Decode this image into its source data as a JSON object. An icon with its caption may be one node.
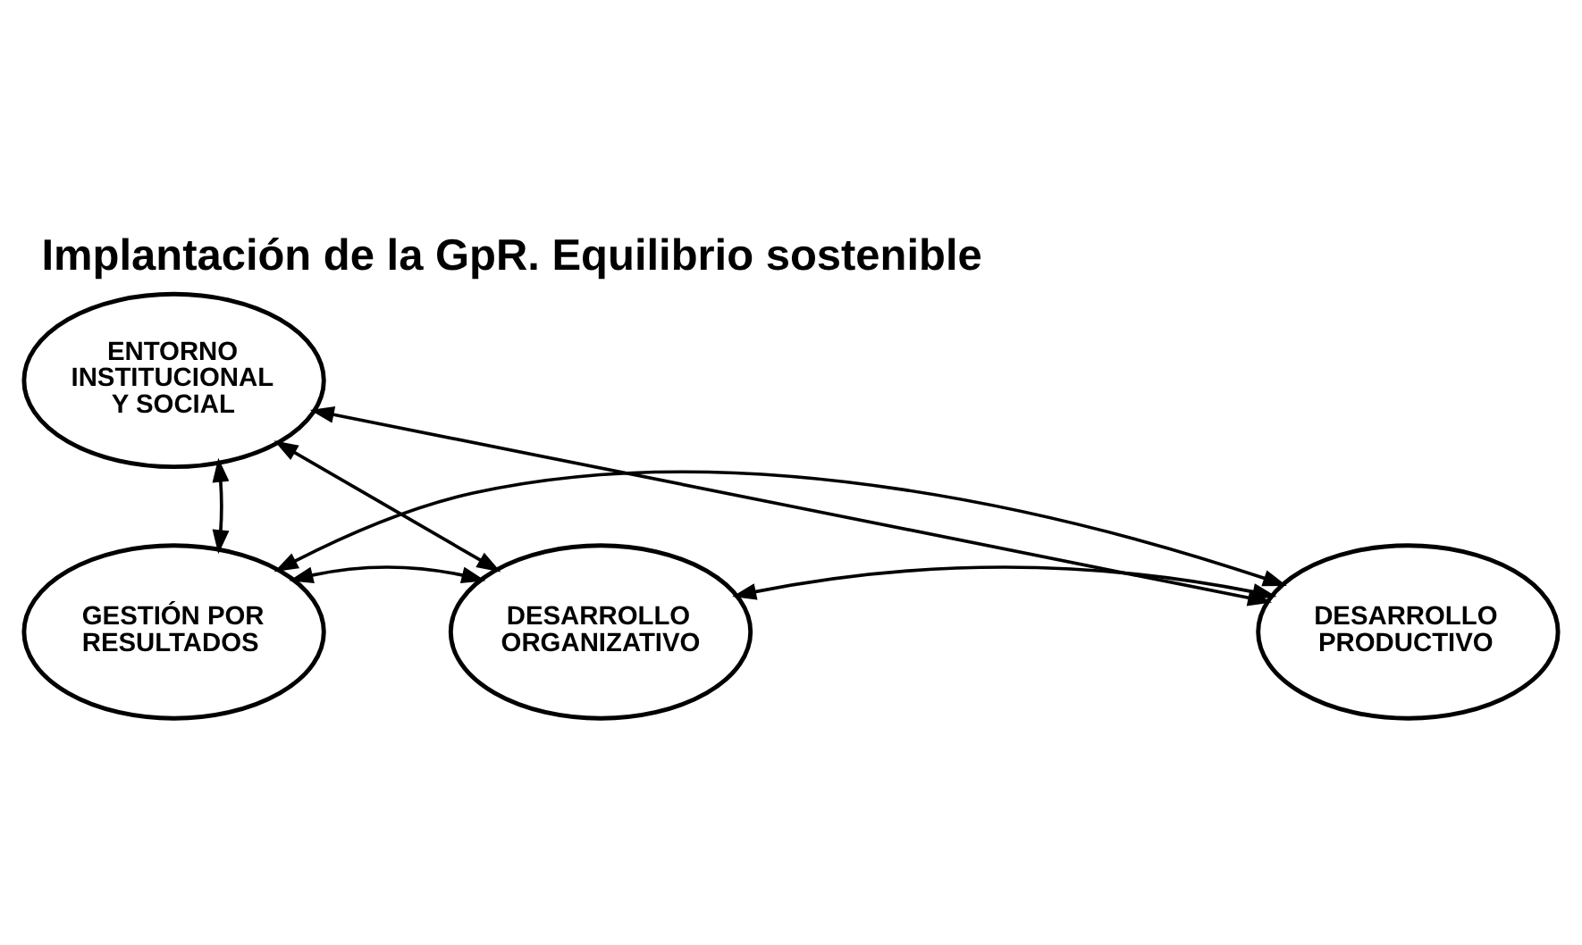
{
  "diagram": {
    "title": "Implantación de la GpR. Equilibrio sostenible",
    "nodes": [
      {
        "text": [
          "ENTORNO INSTITUCIONAL Y SOCIAL"
        ]
      },
      {
        "text": [
          "GESTIÓN POR RESULTADOS"
        ]
      },
      {
        "text": [
          "DESARROLLO ORGANIZATIVO"
        ]
      },
      {
        "text": [
          "DESARROLLO PRODUCTIVO"
        ]
      }
    ],
    "edges": [
      {
        "from": 0,
        "to": 2,
        "arrow": "both"
      },
      {
        "from": 0,
        "to": 3,
        "arrow": "both"
      },
      {
        "from": 0,
        "to": 1,
        "arrow": "both"
      },
      {
        "from": 2,
        "to": 1,
        "arrow": "both"
      },
      {
        "from": 1,
        "to": 3,
        "arrow": "both"
      },
      {
        "from": 2,
        "to": 3,
        "arrow": "both"
      }
    ]
  }
}
